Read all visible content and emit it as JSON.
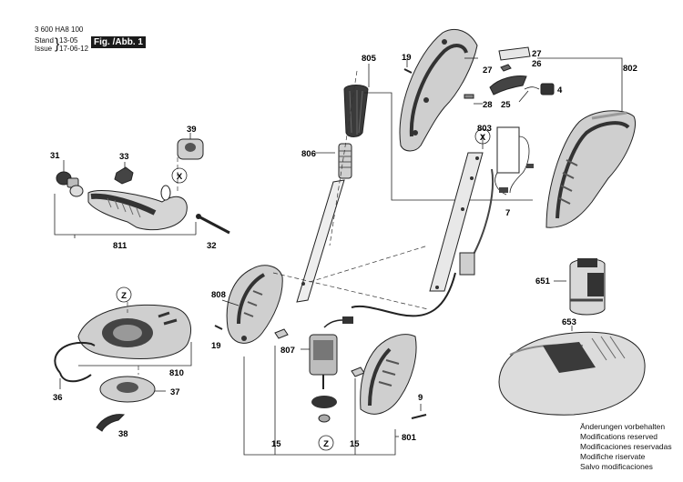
{
  "header": {
    "part_number": "3 600 HA8 100",
    "stand_label": "Stand",
    "stand_value": "13-05",
    "issue_label": "Issue",
    "issue_value": "17-06-12",
    "figure_label": "Fig. /Abb. 1"
  },
  "callouts": {
    "c31": "31",
    "c33": "33",
    "c39": "39",
    "c811": "811",
    "c32": "32",
    "c19a": "19",
    "c805": "805",
    "c806": "806",
    "c27a": "27",
    "c27b": "27",
    "c26": "26",
    "c25": "25",
    "c28": "28",
    "c4": "4",
    "c802": "802",
    "c803": "803",
    "c7": "7",
    "c651": "651",
    "c653": "653",
    "c808": "808",
    "c19b": "19",
    "c36": "36",
    "c810": "810",
    "c37": "37",
    "c38": "38",
    "c807": "807",
    "c9": "9",
    "c15a": "15",
    "c15b": "15",
    "c801": "801"
  },
  "detail_markers": {
    "x1": "X",
    "x2": "X",
    "z1": "Z",
    "z2": "Z"
  },
  "notes": [
    "Änderungen vorbehalten",
    "Modifications reserved",
    "Modificaciones reservadas",
    "Modifiche riservate",
    "Salvo modificaciones"
  ],
  "colors": {
    "line": "#222222",
    "part_dark": "#2b2b2b",
    "part_mid": "#8a8a8a",
    "part_light": "#d9d9d9",
    "figure_box": "#1a1a1a"
  }
}
